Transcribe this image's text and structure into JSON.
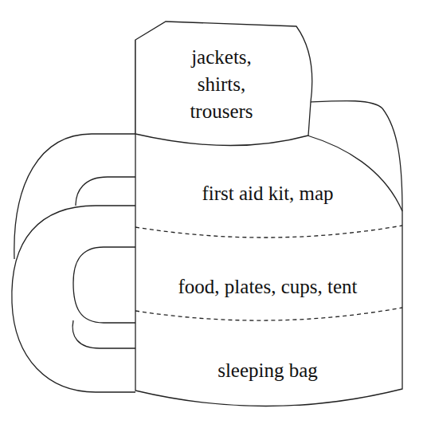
{
  "diagram": {
    "nodes": [
      {
        "text": [
          "jackets, shirts, trousers"
        ]
      },
      {
        "text": [
          "first aid kit, map"
        ]
      },
      {
        "text": [
          "food, plates, cups, tent"
        ]
      },
      {
        "text": [
          "sleeping bag"
        ]
      }
    ]
  }
}
